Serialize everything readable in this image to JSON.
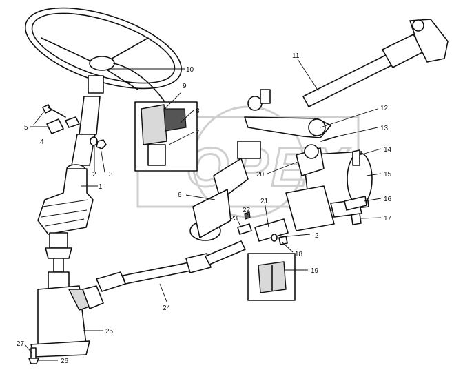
{
  "callouts": {
    "c1": "1",
    "c2a": "2",
    "c2b": "2",
    "c3": "3",
    "c4": "4",
    "c5": "5",
    "c6": "6",
    "c7": "7",
    "c8": "8",
    "c9": "9",
    "c10": "10",
    "c11": "11",
    "c12": "12",
    "c13": "13",
    "c14": "14",
    "c15": "15",
    "c16": "16",
    "c17": "17",
    "c18": "18",
    "c19": "19",
    "c20": "20",
    "c21": "21",
    "c22": "22",
    "c23": "23",
    "c24": "24",
    "c25": "25",
    "c26": "26",
    "c27": "27"
  },
  "watermark": {
    "text": "OPEX"
  }
}
